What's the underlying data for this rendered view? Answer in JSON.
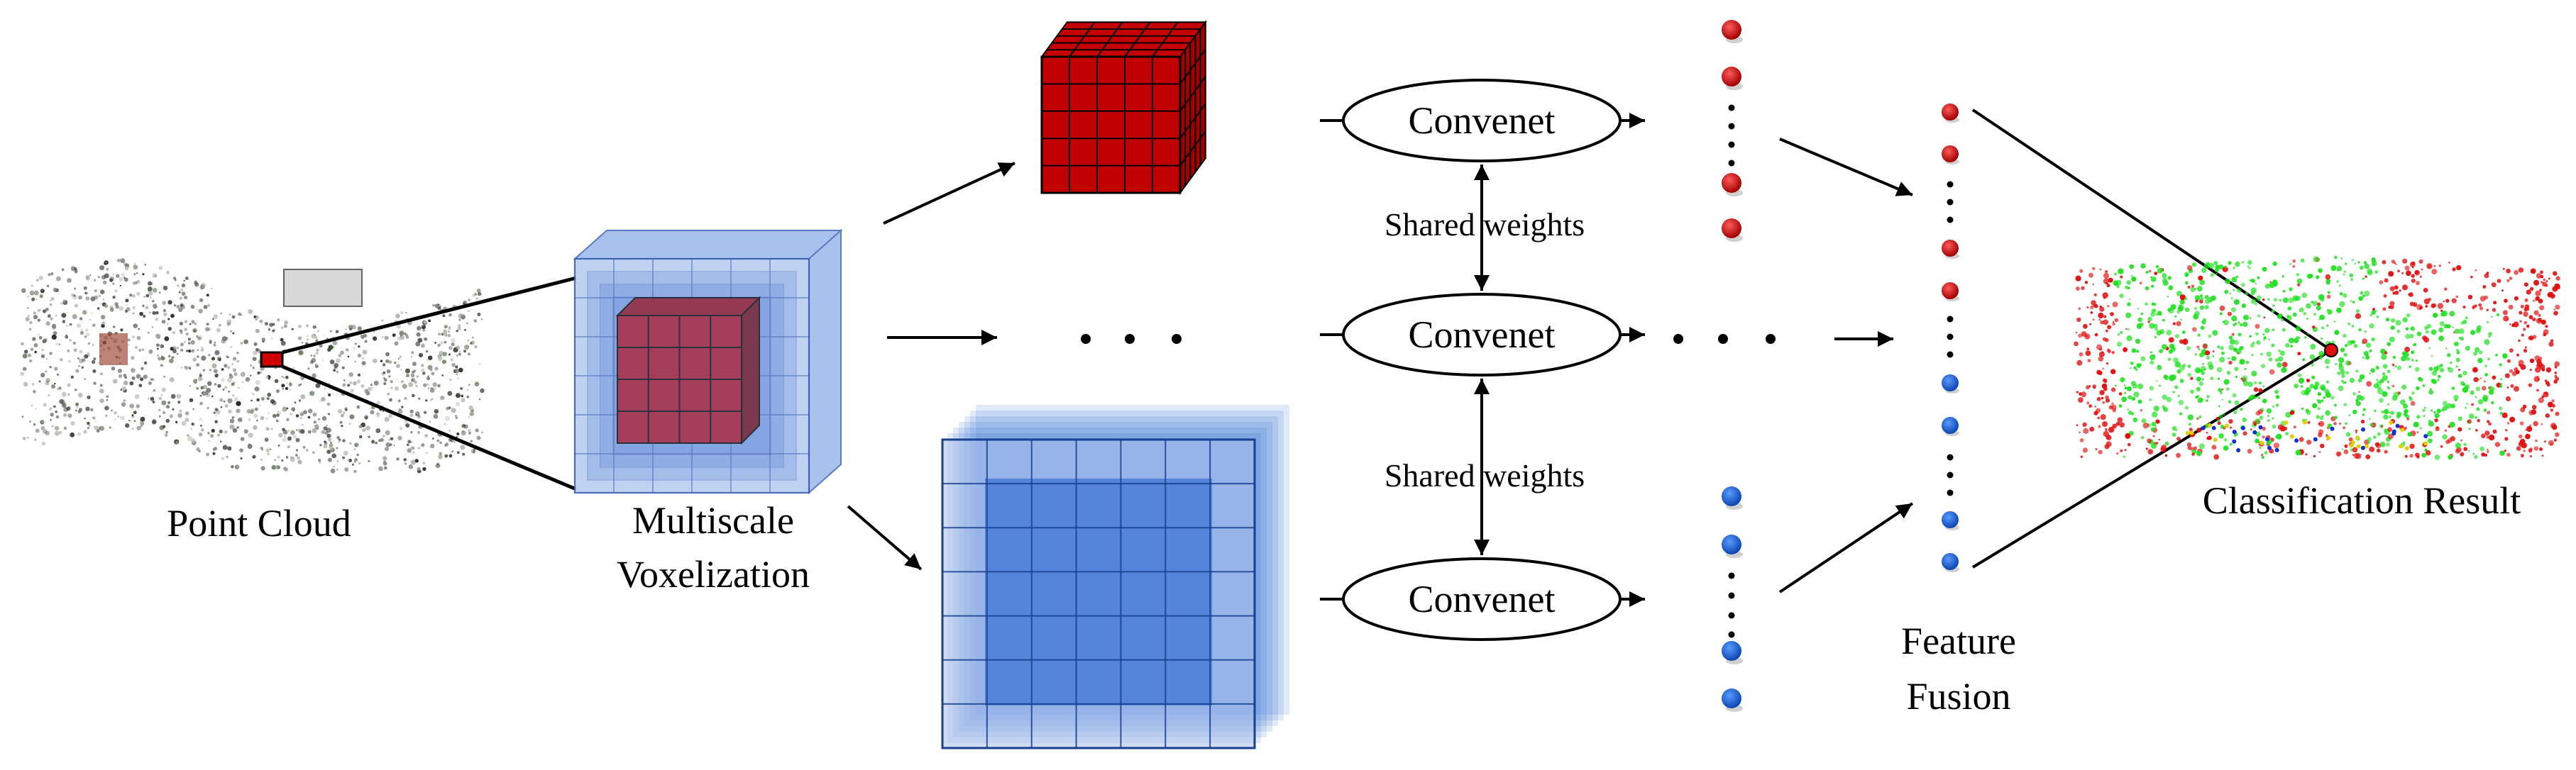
{
  "labels": {
    "point_cloud": "Point Cloud",
    "multiscale_line1": "Multiscale",
    "multiscale_line2": "Voxelization",
    "convenet_top": "Convenet",
    "convenet_mid": "Convenet",
    "convenet_bottom": "Convenet",
    "shared_weights_top": "Shared weights",
    "shared_weights_bottom": "Shared weights",
    "feature_fusion_line1": "Feature",
    "feature_fusion_line2": "Fusion",
    "classification_result": "Classification Result"
  },
  "colors": {
    "red_voxel": "#c00000",
    "blue_voxel": "#1f5fd0",
    "light_blue": "#a9c1ec",
    "feature_red": "#c00000",
    "feature_blue": "#1b5fc8",
    "result_green": "#22e022",
    "result_red": "#e01010",
    "ink": "#000000"
  },
  "icons": {
    "point_cloud": "point-cloud-scene",
    "classification": "classified-point-cloud-scene"
  }
}
